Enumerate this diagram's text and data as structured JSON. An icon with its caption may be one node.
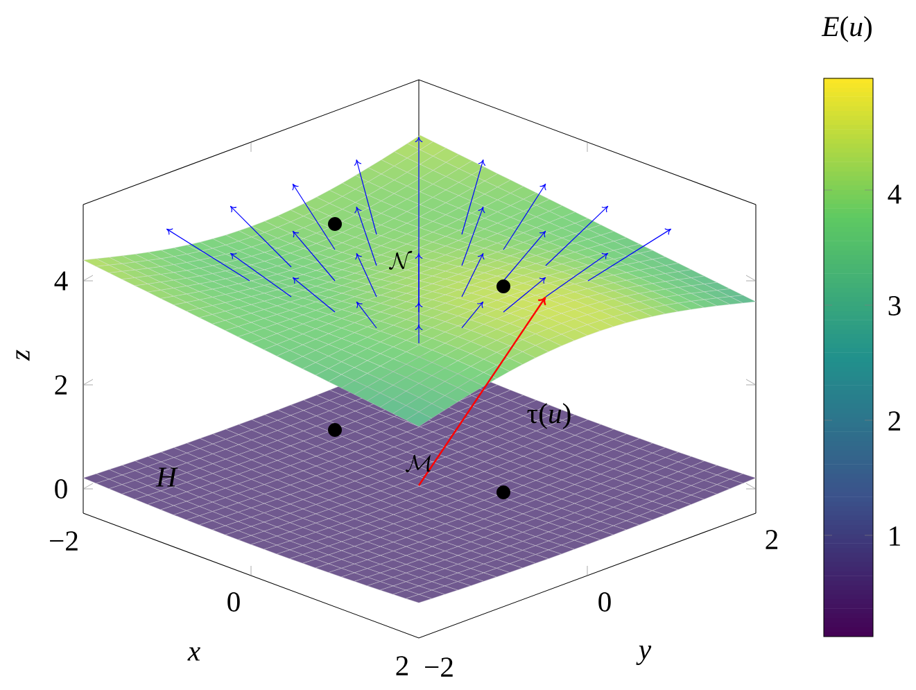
{
  "diagram": {
    "labels": [
      "*E*(*u*)",
      "4",
      "\\mathcal{N}",
      "4",
      "3",
      "z",
      "2",
      "τ(*u*)",
      "2",
      "\\mathcal{M}",
      "H",
      "0",
      "−2",
      "2",
      "1",
      "0",
      "0",
      "x",
      "y",
      "2",
      "−2"
    ]
  }
}
